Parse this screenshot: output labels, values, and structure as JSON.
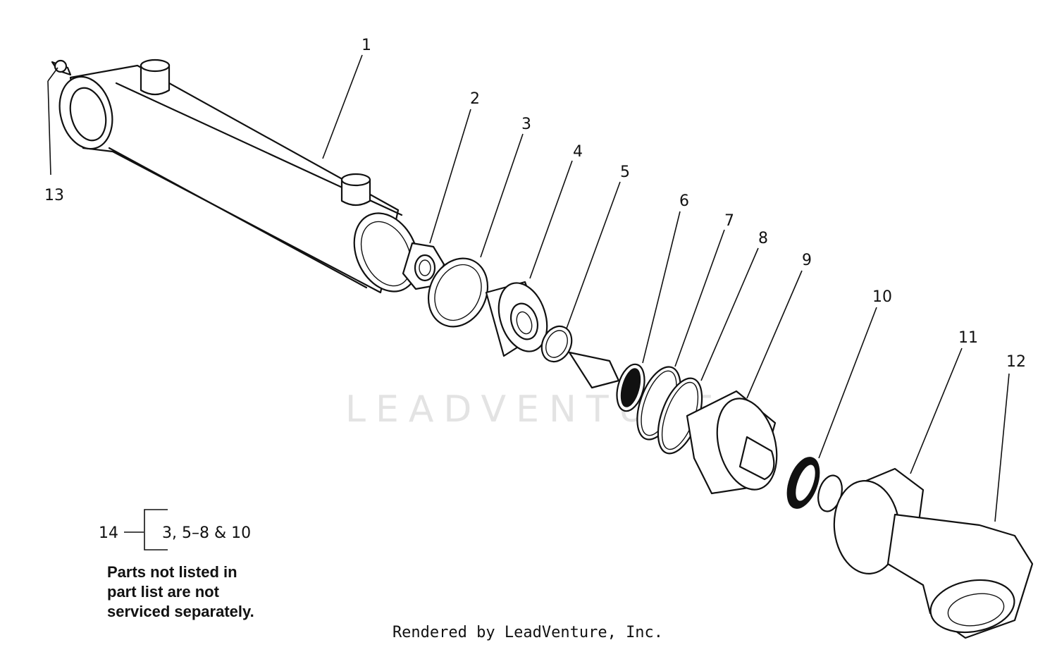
{
  "watermark": "LEADVENTURE",
  "callouts": {
    "c1": "1",
    "c2": "2",
    "c3": "3",
    "c4": "4",
    "c5": "5",
    "c6": "6",
    "c7": "7",
    "c8": "8",
    "c9": "9",
    "c10": "10",
    "c11": "11",
    "c12": "12",
    "c13": "13"
  },
  "kit": {
    "number": "14",
    "includes": "3, 5–8 & 10"
  },
  "note": {
    "line1": "Parts not listed in",
    "line2": "part list are not",
    "line3": "serviced separately."
  },
  "footer": "Rendered by LeadVenture, Inc."
}
